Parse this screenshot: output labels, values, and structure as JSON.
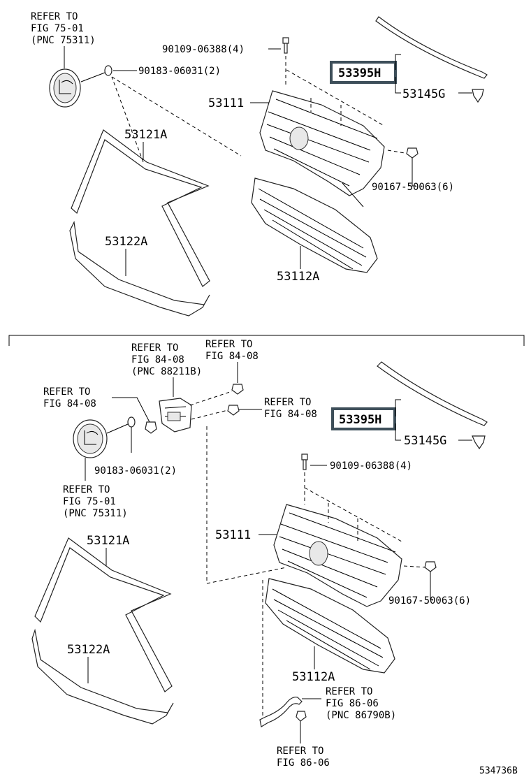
{
  "top": {
    "ref_emblem": [
      "REFER TO",
      "FIG 75-01",
      "(PNC 75311)"
    ],
    "p_90109": "90109-06388(4)",
    "p_90183": "90183-06031(2)",
    "p_53395": "53395H",
    "p_53145": "53145G",
    "p_53111": "53111",
    "p_53121": "53121A",
    "p_90167": "90167-50063(6)",
    "p_53122": "53122A",
    "p_53112": "53112A"
  },
  "bottom": {
    "ref_88211": [
      "REFER TO",
      "FIG 84-08",
      "(PNC 88211B)"
    ],
    "ref_8408_a": [
      "REFER TO",
      "FIG 84-08"
    ],
    "ref_8408_b": [
      "REFER TO",
      "FIG 84-08"
    ],
    "ref_8408_c": [
      "REFER TO",
      "FIG 84-08"
    ],
    "p_53395": "53395H",
    "p_53145": "53145G",
    "p_90183": "90183-06031(2)",
    "p_90109": "90109-06388(4)",
    "ref_emblem": [
      "REFER TO",
      "FIG 75-01",
      "(PNC 75311)"
    ],
    "p_53111": "53111",
    "p_53121": "53121A",
    "p_90167": "90167-50063(6)",
    "p_53122": "53122A",
    "p_53112": "53112A",
    "ref_86790": [
      "REFER TO",
      "FIG 86-06",
      "(PNC 86790B)"
    ],
    "ref_8606": [
      "REFER TO",
      "FIG 86-06"
    ]
  },
  "diagram_id": "534736B",
  "colors": {
    "highlight_border": "#3e4f5a",
    "line": "#000000"
  }
}
